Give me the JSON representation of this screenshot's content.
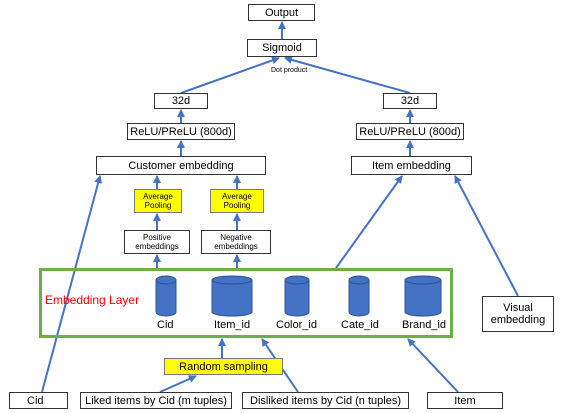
{
  "chart_data": {
    "type": "diagram",
    "nodes": {
      "output": "Output",
      "sigmoid": "Sigmoid",
      "dot_product": "Dot product",
      "left_32d": "32d",
      "right_32d": "32d",
      "left_relu": "ReLU/PReLU (800d)",
      "right_relu": "ReLU/PReLU (800d)",
      "customer_embedding": "Customer embedding",
      "item_embedding": "Item embedding",
      "avg_pool_pos": "Average Pooling",
      "avg_pool_neg": "Average Pooling",
      "positive_embeddings": "Positive embeddings",
      "negative_embeddings": "Negative embeddings",
      "embedding_layer": "Embedding Layer",
      "visual_embedding": "Visual embedding",
      "random_sampling": "Random sampling",
      "input_cid": "Cid",
      "input_liked": "Liked items by Cid (m tuples)",
      "input_disliked": "Disliked items by Cid (n tuples)",
      "input_item": "Item"
    },
    "embedding_tables": [
      "Cid",
      "Item_id",
      "Color_id",
      "Cate_id",
      "Brand_id"
    ],
    "edges": [
      [
        "sigmoid",
        "output"
      ],
      [
        "left_32d",
        "sigmoid"
      ],
      [
        "right_32d",
        "sigmoid"
      ],
      [
        "left_relu",
        "left_32d"
      ],
      [
        "right_relu",
        "right_32d"
      ],
      [
        "customer_embedding",
        "left_relu"
      ],
      [
        "item_embedding",
        "right_relu"
      ],
      [
        "avg_pool_pos",
        "customer_embedding"
      ],
      [
        "avg_pool_neg",
        "customer_embedding"
      ],
      [
        "positive_embeddings",
        "avg_pool_pos"
      ],
      [
        "negative_embeddings",
        "avg_pool_neg"
      ],
      [
        "embedding_layer",
        "positive_embeddings"
      ],
      [
        "embedding_layer",
        "negative_embeddings"
      ],
      [
        "embedding_layer",
        "item_embedding"
      ],
      [
        "visual_embedding",
        "item_embedding"
      ],
      [
        "input_cid",
        "customer_embedding"
      ],
      [
        "random_sampling",
        "embedding_layer"
      ],
      [
        "input_liked",
        "random_sampling"
      ],
      [
        "input_disliked",
        "random_sampling"
      ],
      [
        "input_item",
        "embedding_layer"
      ]
    ]
  },
  "colors": {
    "arrow": "#4472c4",
    "cylinder_fill": "#4472c4",
    "cylinder_stroke": "#2f528f",
    "embedding_frame": "#70ad47",
    "embedding_title": "#ff0000",
    "highlight": "#ffff00"
  }
}
